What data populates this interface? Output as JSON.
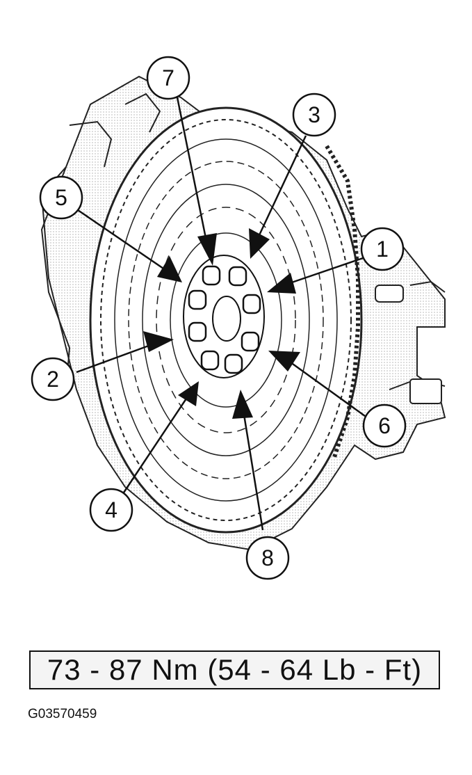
{
  "callouts": [
    {
      "label": "7"
    },
    {
      "label": "3"
    },
    {
      "label": "5"
    },
    {
      "label": "1"
    },
    {
      "label": "2"
    },
    {
      "label": "6"
    },
    {
      "label": "4"
    },
    {
      "label": "8"
    }
  ],
  "torque_spec": "73 - 87 Nm (54 - 64 Lb - Ft)",
  "figure_id": "G03570459",
  "colors": {
    "line": "#111111",
    "shade": "#d0d0d0"
  }
}
